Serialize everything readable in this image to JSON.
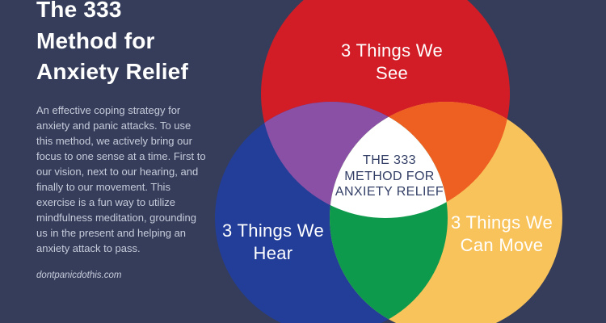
{
  "page": {
    "background_color": "#353D5A"
  },
  "left_panel": {
    "title": "The 333\nMethod for\nAnxiety Relief",
    "title_color": "#FFFFFF",
    "description": "An effective coping strategy for anxiety and panic attacks. To use this method, we actively bring our focus to one sense at a time. First to our vision, next to our hearing, and finally to our movement. This exercise is a fun way to utilize mindfulness meditation, grounding us in the present and helping an anxiety attack to pass.",
    "description_color": "#C7CCDB",
    "website": "dontpanicdothis.com"
  },
  "venn": {
    "circles": [
      {
        "id": "see",
        "label": "3 Things We\nSee",
        "color": "#D21D27"
      },
      {
        "id": "hear",
        "label": "3 Things We\nHear",
        "color": "#223E99"
      },
      {
        "id": "move",
        "label": "3 Things We\nCan Move",
        "color": "#F8C35A"
      }
    ],
    "overlaps": {
      "see_hear": "#8A50A5",
      "see_move": "#EE6022",
      "hear_move": "#0E9A4D",
      "center": "#FFFFFF"
    },
    "label_color": "#FFFFFF",
    "center_label": "THE 333\nMETHOD FOR\nANXIETY RELIEF",
    "center_label_color": "#333F66"
  }
}
